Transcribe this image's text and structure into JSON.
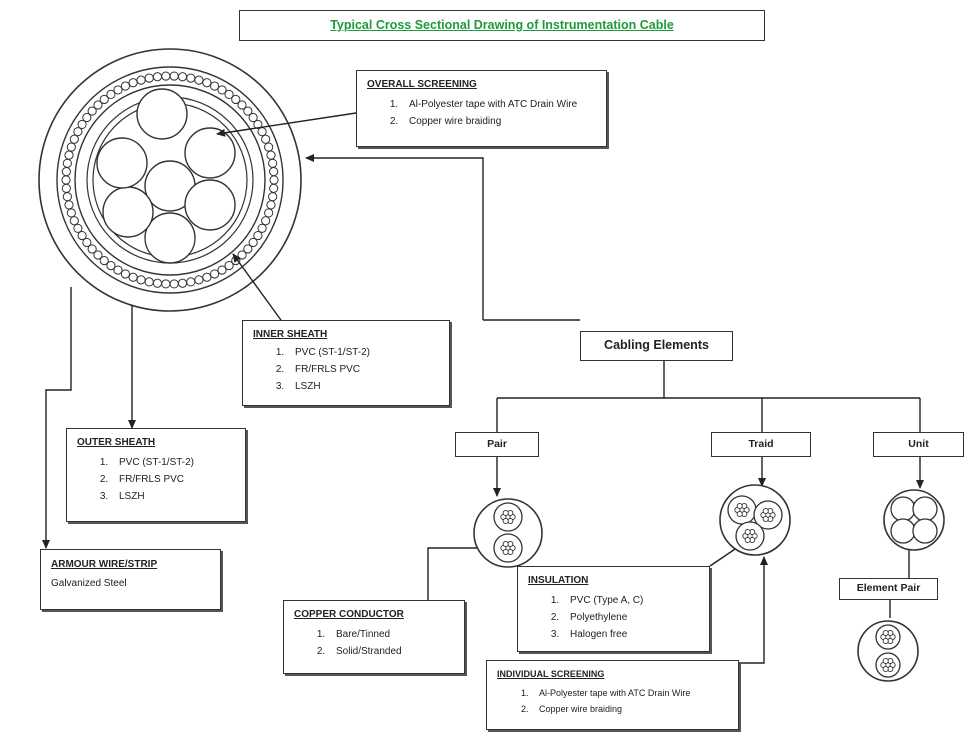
{
  "title": "Typical Cross Sectional Drawing of Instrumentation Cable",
  "overall_screening": {
    "heading": "OVERALL SCREENING",
    "items": [
      "Al-Polyester tape with ATC Drain Wire",
      "Copper wire braiding"
    ]
  },
  "inner_sheath": {
    "heading": "INNER SHEATH",
    "items": [
      "PVC (ST-1/ST-2)",
      "FR/FRLS PVC",
      "LSZH"
    ]
  },
  "outer_sheath": {
    "heading": "OUTER SHEATH",
    "items": [
      "PVC (ST-1/ST-2)",
      "FR/FRLS PVC",
      "LSZH"
    ]
  },
  "armour": {
    "heading": "ARMOUR WIRE/STRIP",
    "text": "Galvanized Steel"
  },
  "cabling_elements": {
    "label": "Cabling Elements",
    "pair": "Pair",
    "triad": "Traid",
    "unit": "Unit",
    "element_pair": "Element Pair"
  },
  "copper_conductor": {
    "heading": "COPPER CONDUCTOR",
    "items": [
      "Bare/Tinned",
      "Solid/Stranded"
    ]
  },
  "insulation": {
    "heading": "INSULATION",
    "items": [
      "PVC (Type A, C)",
      "Polyethylene",
      "Halogen free"
    ]
  },
  "individual_screening": {
    "heading": "INDIVIDUAL SCREENING",
    "items": [
      "Al-Polyester tape with ATC Drain Wire",
      "Copper wire braiding"
    ]
  }
}
